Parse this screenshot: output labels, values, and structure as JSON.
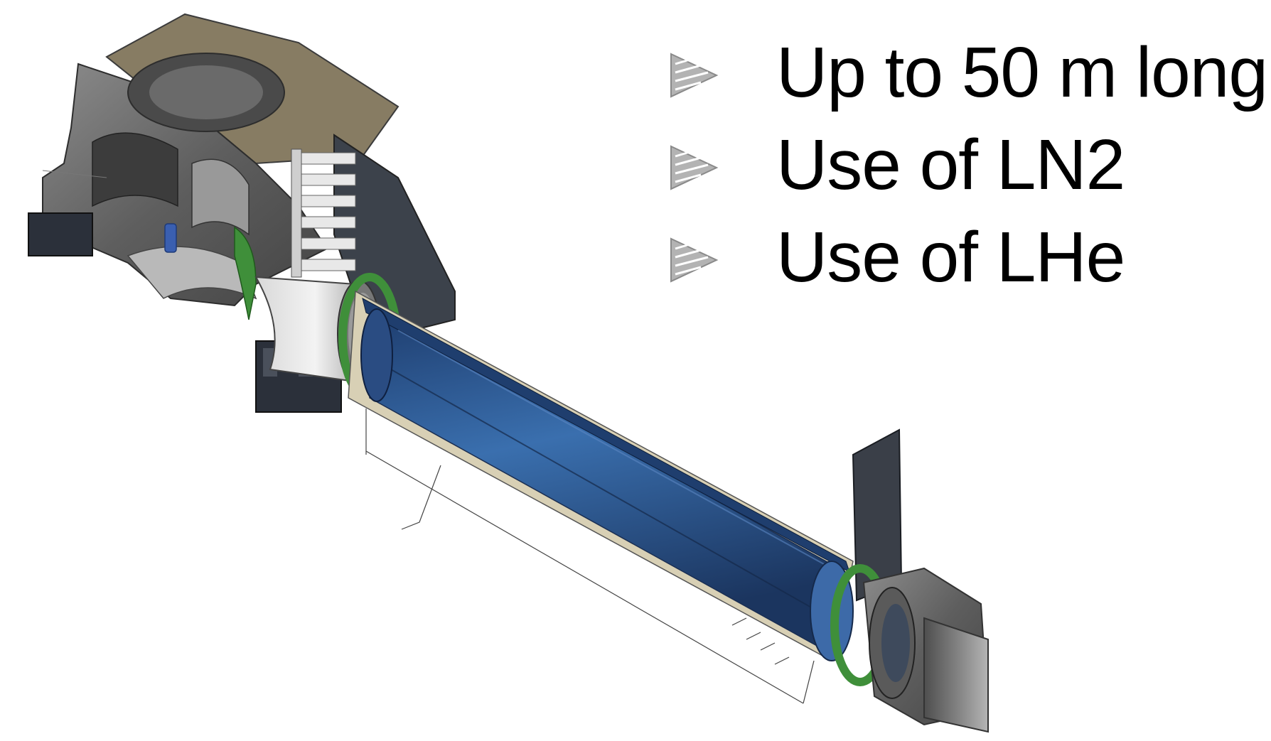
{
  "bullets": [
    {
      "icon": "triangle-bullet-icon",
      "text": "Up to 50 m long"
    },
    {
      "icon": "triangle-bullet-icon",
      "text": "Use of LN2"
    },
    {
      "icon": "triangle-bullet-icon",
      "text": "Use of LHe"
    }
  ],
  "colors": {
    "bullet_gray": "#9a9a9a",
    "text": "#000000",
    "tube_blue": "#2f5f9a",
    "metal_gray": "#6e6e6e",
    "dark_metal": "#3a3f48",
    "seal_green": "#3f8f3a",
    "tan_plate": "#8a7f66"
  }
}
